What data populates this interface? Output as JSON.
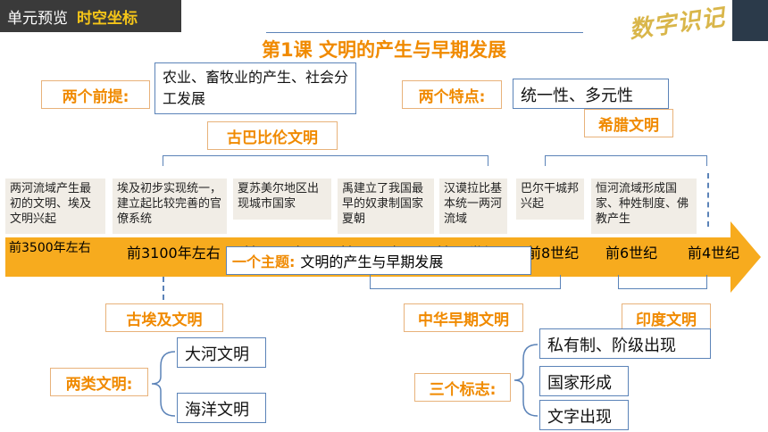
{
  "header": {
    "section": "单元预览",
    "topic": "时空坐标"
  },
  "logo": {
    "text": "数字识记"
  },
  "title": "第1课 文明的产生与早期发展",
  "premise": {
    "label": "两个前提:",
    "text": "农业、畜牧业的产生、社会分工发展"
  },
  "features": {
    "label": "两个特点:",
    "text": "统一性、多元性"
  },
  "civs": {
    "babylon": "古巴比伦文明",
    "greece": "希腊文明",
    "egypt": "古埃及文明",
    "china": "中华早期文明",
    "india": "印度文明"
  },
  "events": [
    "两河流域产生最初的文明、埃及文明兴起",
    "埃及初步实现统一，建立起比较完善的官僚系统",
    "夏苏美尔地区出现城市国家",
    "禹建立了我国最早的奴隶制国家夏朝",
    "汉谟拉比基本统一两河流域",
    "巴尔干城邦兴起",
    "恒河流域形成国家、种姓制度、佛教产生"
  ],
  "timeline": [
    "前3500年左右",
    "前3100年左右",
    "前2000年",
    "前2070年",
    "前18世纪",
    "前8世纪",
    "前6世纪",
    "前4世纪"
  ],
  "theme": {
    "label": "一个主题:",
    "text": "文明的产生与早期发展"
  },
  "types": {
    "label": "两类文明:",
    "items": [
      "大河文明",
      "海洋文明"
    ]
  },
  "marks": {
    "label": "三个标志:",
    "items": [
      "私有制、阶级出现",
      "国家形成",
      "文字出现"
    ]
  }
}
